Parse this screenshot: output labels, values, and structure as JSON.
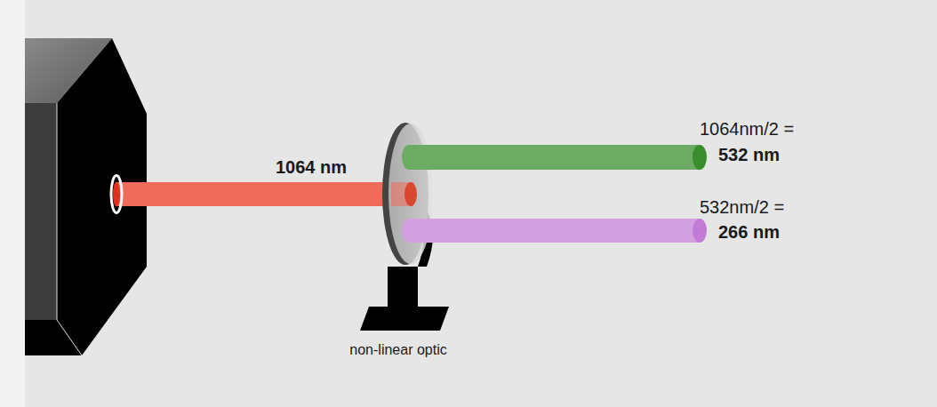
{
  "diagram": {
    "labels": [
      "1064 nm",
      "1064nm/2 =",
      "532 nm",
      "532nm/2 =",
      "266 nm",
      "non-linear optic"
    ]
  }
}
